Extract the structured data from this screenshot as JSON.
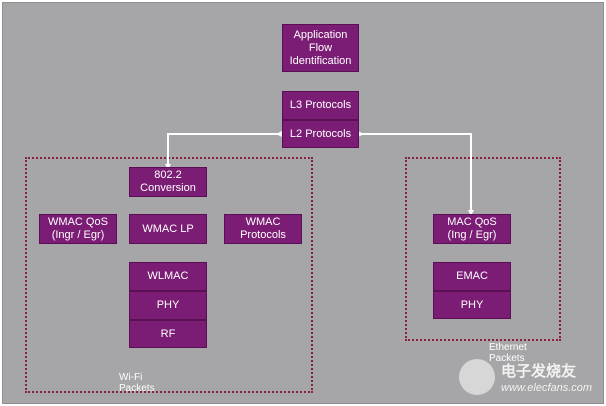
{
  "boxes": {
    "app_flow": "Application\nFlow\nIdentification",
    "l3": "L3 Protocols",
    "l2": "L2 Protocols",
    "conv": "802.2\nConversion",
    "wmac_qos": "WMAC QoS\n(Ingr / Egr)",
    "wmac_lp": "WMAC LP",
    "wmac_protocols": "WMAC\nProtocols",
    "wlmac": "WLMAC",
    "wifi_phy": "PHY",
    "rf": "RF",
    "mac_qos": "MAC QoS\n(Ing / Egr)",
    "emac": "EMAC",
    "eth_phy": "PHY"
  },
  "captions": {
    "wifi": "Wi-Fi\nPackets",
    "ethernet": "Ethernet\nPackets"
  },
  "watermark": {
    "text": "电子发烧友",
    "url": "www.elecfans.com"
  },
  "colors": {
    "box_fill": "#7b1d74",
    "background": "#a6a6a8",
    "region_border": "#8a2040",
    "arrow": "#ffffff"
  }
}
